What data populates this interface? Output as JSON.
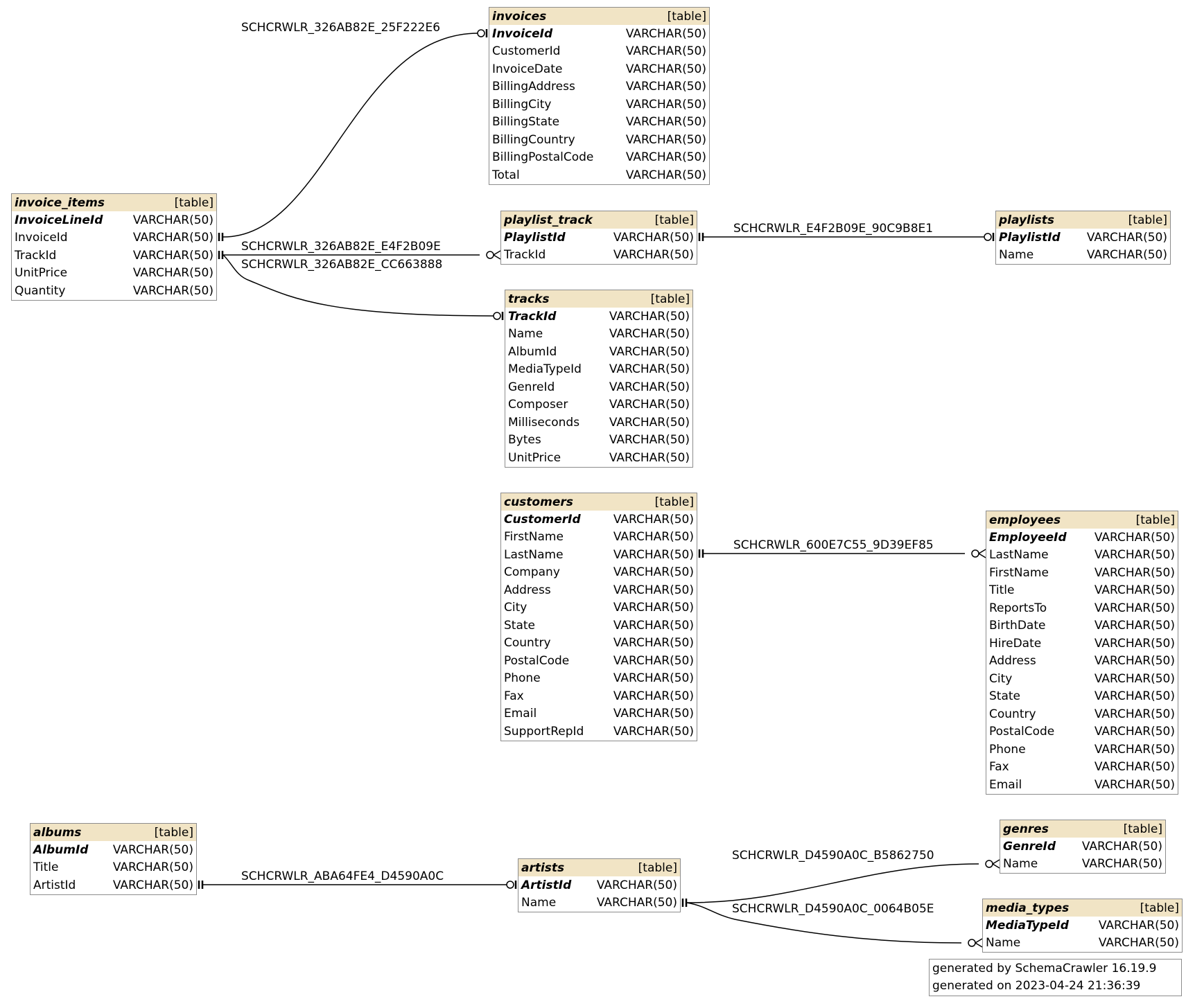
{
  "tables": [
    {
      "id": "invoices",
      "name": "invoices",
      "type": "[table]",
      "columns": [
        {
          "name": "InvoiceId",
          "type": "VARCHAR(50)",
          "pk": true
        },
        {
          "name": "CustomerId",
          "type": "VARCHAR(50)"
        },
        {
          "name": "InvoiceDate",
          "type": "VARCHAR(50)"
        },
        {
          "name": "BillingAddress",
          "type": "VARCHAR(50)"
        },
        {
          "name": "BillingCity",
          "type": "VARCHAR(50)"
        },
        {
          "name": "BillingState",
          "type": "VARCHAR(50)"
        },
        {
          "name": "BillingCountry",
          "type": "VARCHAR(50)"
        },
        {
          "name": "BillingPostalCode",
          "type": "VARCHAR(50)"
        },
        {
          "name": "Total",
          "type": "VARCHAR(50)"
        }
      ]
    },
    {
      "id": "invoice_items",
      "name": "invoice_items",
      "type": "[table]",
      "columns": [
        {
          "name": "InvoiceLineId",
          "type": "VARCHAR(50)",
          "pk": true
        },
        {
          "name": "InvoiceId",
          "type": "VARCHAR(50)"
        },
        {
          "name": "TrackId",
          "type": "VARCHAR(50)"
        },
        {
          "name": "UnitPrice",
          "type": "VARCHAR(50)"
        },
        {
          "name": "Quantity",
          "type": "VARCHAR(50)"
        }
      ]
    },
    {
      "id": "playlist_track",
      "name": "playlist_track",
      "type": "[table]",
      "columns": [
        {
          "name": "PlaylistId",
          "type": "VARCHAR(50)",
          "pk": true
        },
        {
          "name": "TrackId",
          "type": "VARCHAR(50)"
        }
      ]
    },
    {
      "id": "playlists",
      "name": "playlists",
      "type": "[table]",
      "columns": [
        {
          "name": "PlaylistId",
          "type": "VARCHAR(50)",
          "pk": true
        },
        {
          "name": "Name",
          "type": "VARCHAR(50)"
        }
      ]
    },
    {
      "id": "tracks",
      "name": "tracks",
      "type": "[table]",
      "columns": [
        {
          "name": "TrackId",
          "type": "VARCHAR(50)",
          "pk": true
        },
        {
          "name": "Name",
          "type": "VARCHAR(50)"
        },
        {
          "name": "AlbumId",
          "type": "VARCHAR(50)"
        },
        {
          "name": "MediaTypeId",
          "type": "VARCHAR(50)"
        },
        {
          "name": "GenreId",
          "type": "VARCHAR(50)"
        },
        {
          "name": "Composer",
          "type": "VARCHAR(50)"
        },
        {
          "name": "Milliseconds",
          "type": "VARCHAR(50)"
        },
        {
          "name": "Bytes",
          "type": "VARCHAR(50)"
        },
        {
          "name": "UnitPrice",
          "type": "VARCHAR(50)"
        }
      ]
    },
    {
      "id": "customers",
      "name": "customers",
      "type": "[table]",
      "columns": [
        {
          "name": "CustomerId",
          "type": "VARCHAR(50)",
          "pk": true
        },
        {
          "name": "FirstName",
          "type": "VARCHAR(50)"
        },
        {
          "name": "LastName",
          "type": "VARCHAR(50)"
        },
        {
          "name": "Company",
          "type": "VARCHAR(50)"
        },
        {
          "name": "Address",
          "type": "VARCHAR(50)"
        },
        {
          "name": "City",
          "type": "VARCHAR(50)"
        },
        {
          "name": "State",
          "type": "VARCHAR(50)"
        },
        {
          "name": "Country",
          "type": "VARCHAR(50)"
        },
        {
          "name": "PostalCode",
          "type": "VARCHAR(50)"
        },
        {
          "name": "Phone",
          "type": "VARCHAR(50)"
        },
        {
          "name": "Fax",
          "type": "VARCHAR(50)"
        },
        {
          "name": "Email",
          "type": "VARCHAR(50)"
        },
        {
          "name": "SupportRepId",
          "type": "VARCHAR(50)"
        }
      ]
    },
    {
      "id": "employees",
      "name": "employees",
      "type": "[table]",
      "columns": [
        {
          "name": "EmployeeId",
          "type": "VARCHAR(50)",
          "pk": true
        },
        {
          "name": "LastName",
          "type": "VARCHAR(50)"
        },
        {
          "name": "FirstName",
          "type": "VARCHAR(50)"
        },
        {
          "name": "Title",
          "type": "VARCHAR(50)"
        },
        {
          "name": "ReportsTo",
          "type": "VARCHAR(50)"
        },
        {
          "name": "BirthDate",
          "type": "VARCHAR(50)"
        },
        {
          "name": "HireDate",
          "type": "VARCHAR(50)"
        },
        {
          "name": "Address",
          "type": "VARCHAR(50)"
        },
        {
          "name": "City",
          "type": "VARCHAR(50)"
        },
        {
          "name": "State",
          "type": "VARCHAR(50)"
        },
        {
          "name": "Country",
          "type": "VARCHAR(50)"
        },
        {
          "name": "PostalCode",
          "type": "VARCHAR(50)"
        },
        {
          "name": "Phone",
          "type": "VARCHAR(50)"
        },
        {
          "name": "Fax",
          "type": "VARCHAR(50)"
        },
        {
          "name": "Email",
          "type": "VARCHAR(50)"
        }
      ]
    },
    {
      "id": "albums",
      "name": "albums",
      "type": "[table]",
      "columns": [
        {
          "name": "AlbumId",
          "type": "VARCHAR(50)",
          "pk": true
        },
        {
          "name": "Title",
          "type": "VARCHAR(50)"
        },
        {
          "name": "ArtistId",
          "type": "VARCHAR(50)"
        }
      ]
    },
    {
      "id": "artists",
      "name": "artists",
      "type": "[table]",
      "columns": [
        {
          "name": "ArtistId",
          "type": "VARCHAR(50)",
          "pk": true
        },
        {
          "name": "Name",
          "type": "VARCHAR(50)"
        }
      ]
    },
    {
      "id": "genres",
      "name": "genres",
      "type": "[table]",
      "columns": [
        {
          "name": "GenreId",
          "type": "VARCHAR(50)",
          "pk": true
        },
        {
          "name": "Name",
          "type": "VARCHAR(50)"
        }
      ]
    },
    {
      "id": "media_types",
      "name": "media_types",
      "type": "[table]",
      "columns": [
        {
          "name": "MediaTypeId",
          "type": "VARCHAR(50)",
          "pk": true
        },
        {
          "name": "Name",
          "type": "VARCHAR(50)"
        }
      ]
    }
  ],
  "relationships": [
    {
      "id": "r1",
      "label": "SCHCRWLR_326AB82E_25F222E6"
    },
    {
      "id": "r2",
      "label": "SCHCRWLR_326AB82E_E4F2B09E"
    },
    {
      "id": "r3",
      "label": "SCHCRWLR_326AB82E_CC663888"
    },
    {
      "id": "r4",
      "label": "SCHCRWLR_E4F2B09E_90C9B8E1"
    },
    {
      "id": "r5",
      "label": "SCHCRWLR_600E7C55_9D39EF85"
    },
    {
      "id": "r6",
      "label": "SCHCRWLR_ABA64FE4_D4590A0C"
    },
    {
      "id": "r7",
      "label": "SCHCRWLR_D4590A0C_B5862750"
    },
    {
      "id": "r8",
      "label": "SCHCRWLR_D4590A0C_0064B05E"
    }
  ],
  "footer": {
    "line1": "generated by SchemaCrawler 16.19.9",
    "line2": "generated on 2023-04-24 21:36:39"
  },
  "colors": {
    "header": "#f1e4c5",
    "border": "#8c8c8c",
    "line": "#000000"
  }
}
